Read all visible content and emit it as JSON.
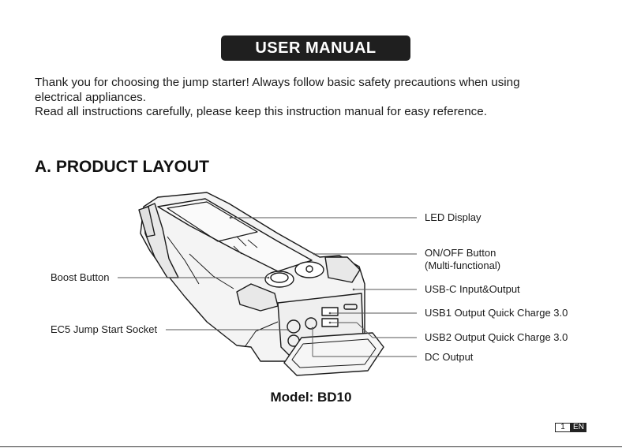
{
  "header": {
    "banner": "USER MANUAL"
  },
  "intro": {
    "line1": "Thank you for choosing the jump starter! Always follow basic safety precautions when using",
    "line2": "electrical appliances.",
    "line3": "Read all instructions carefully, please keep this instruction manual for easy reference."
  },
  "section": {
    "title": "A. PRODUCT LAYOUT"
  },
  "labels": {
    "led": "LED Display",
    "onoff": "ON/OFF Button",
    "onoff_sub": "(Multi-functional)",
    "usbc": "USB-C Input&Output",
    "usb1": "USB1 Output Quick Charge 3.0",
    "usb2": "USB2 Output Quick Charge 3.0",
    "dc": "DC Output",
    "boost": "Boost Button",
    "ec5": "EC5 Jump Start Socket"
  },
  "model": "Model: BD10",
  "footer": {
    "page": "1",
    "lang": "EN"
  }
}
